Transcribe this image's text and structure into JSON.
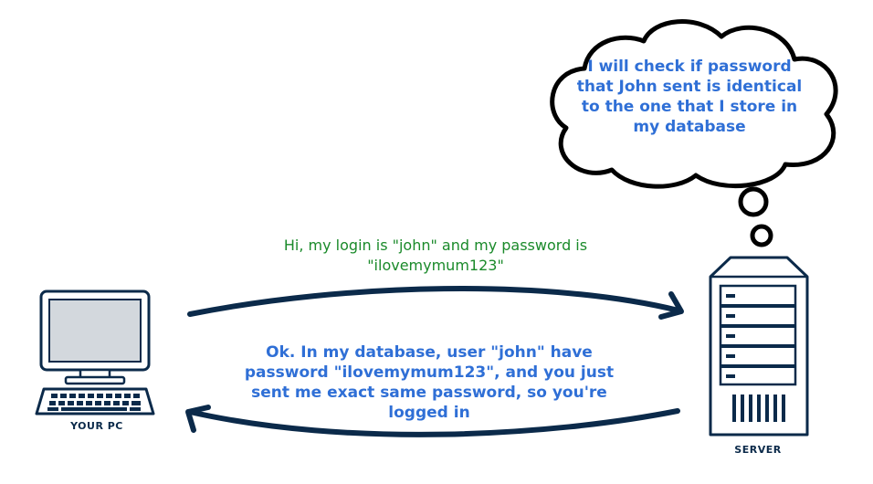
{
  "colors": {
    "outline": "#0b2a4a",
    "screen_fill": "#d3d8dd",
    "thought_text": "#2f6fd6",
    "request_text": "#1a8a2a",
    "response_text": "#2f6fd6"
  },
  "pc": {
    "icon": "desktop-computer-icon",
    "label": "YOUR PC"
  },
  "server": {
    "icon": "server-tower-icon",
    "label": "SERVER"
  },
  "thought": {
    "icon": "thought-cloud-icon",
    "text": "I will check if password that John sent is identical to the one that I store in my database"
  },
  "request": {
    "text": "Hi, my login is \"john\" and my password is \"ilovemymum123\""
  },
  "response": {
    "text": "Ok. In my database, user \"john\" have password \"ilovemymum123\", and you just sent me exact same password, so you're logged in"
  }
}
